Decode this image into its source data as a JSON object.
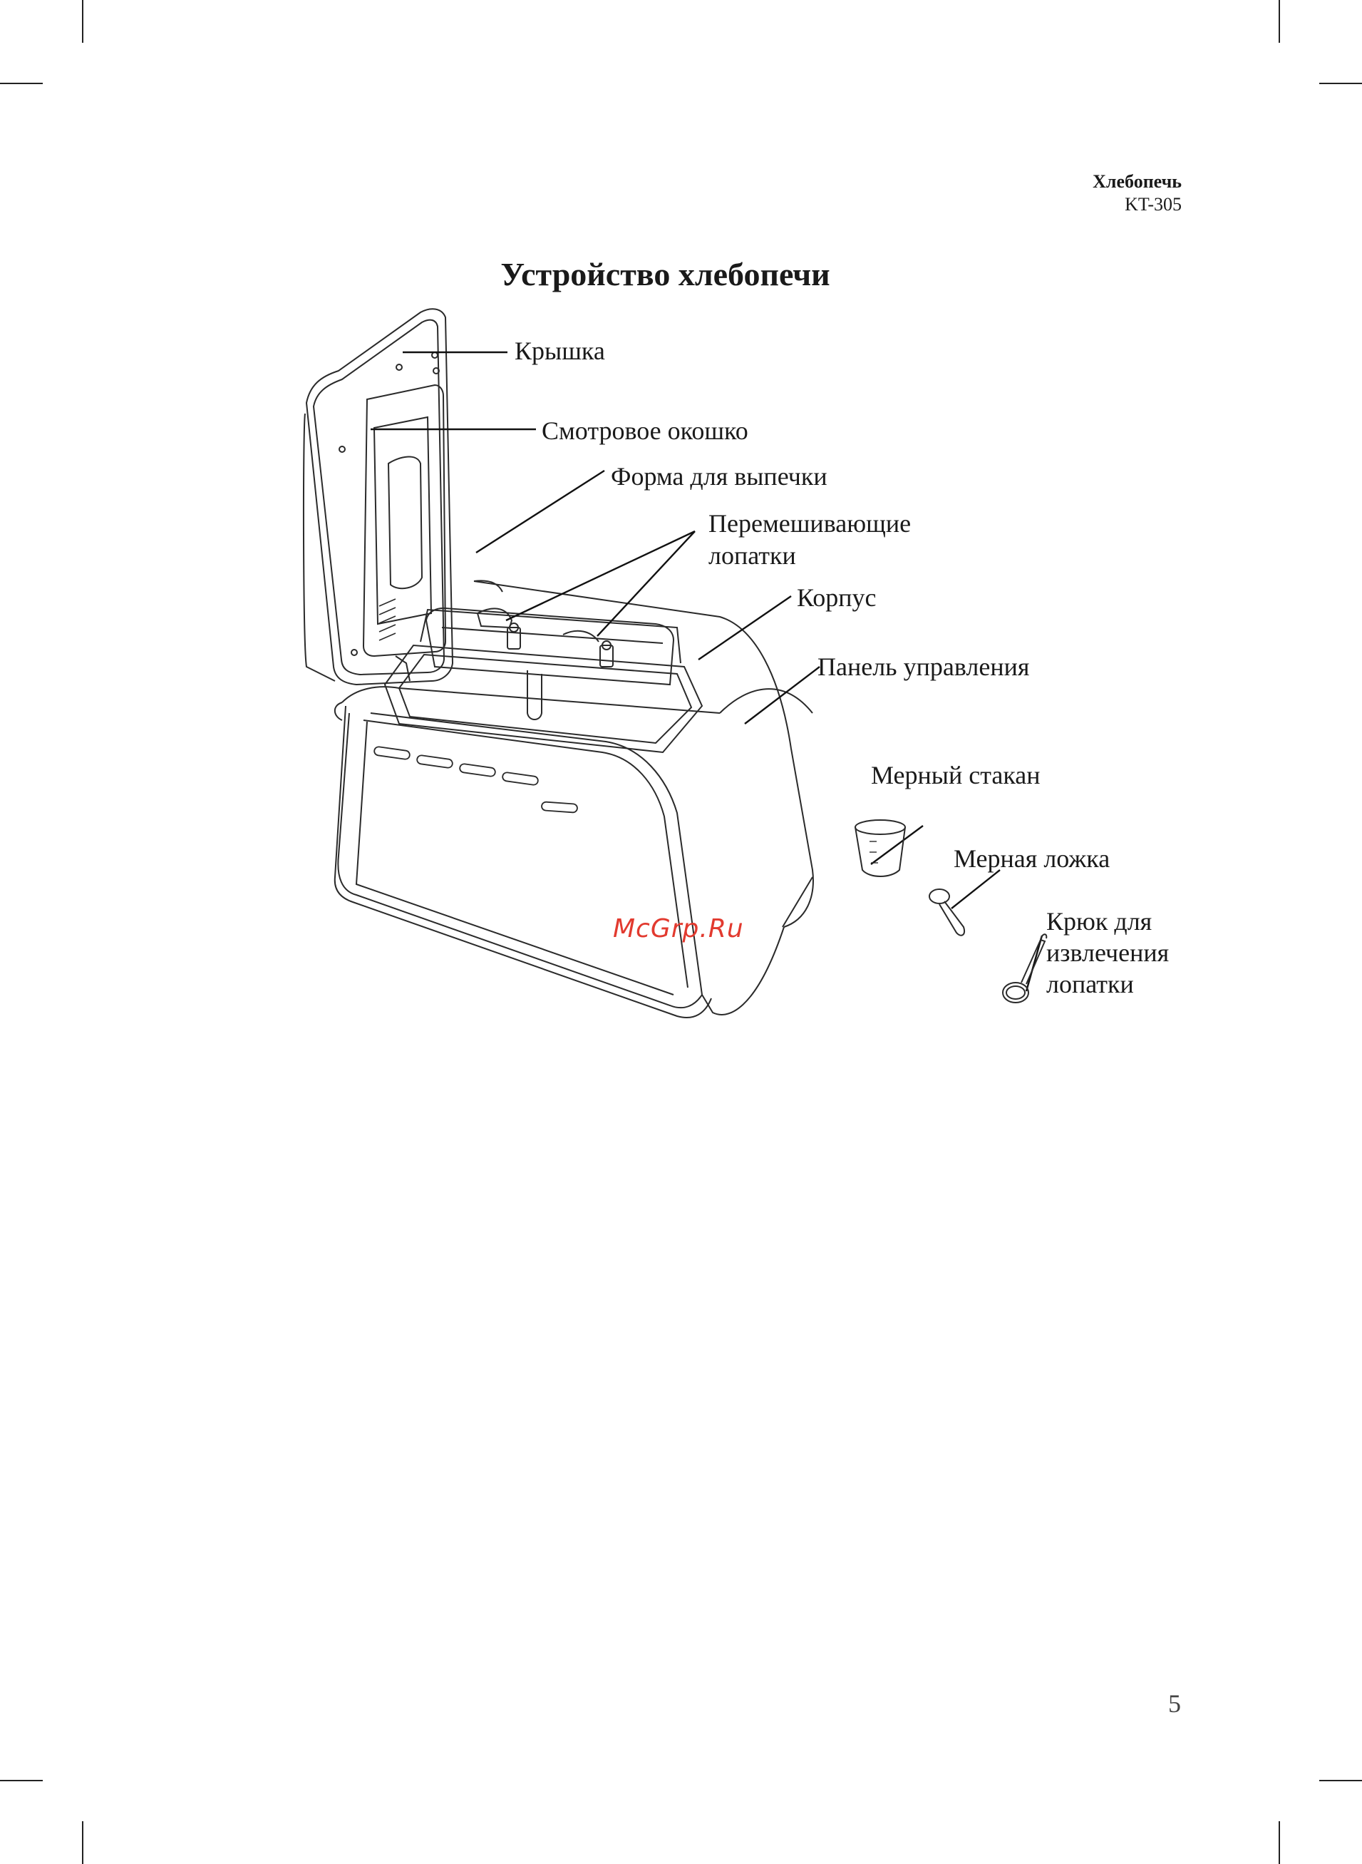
{
  "header": {
    "brand": "Хлебопечь",
    "model": "KT-305"
  },
  "title": "Устройство хлебопечи",
  "labels": {
    "lid": "Крышка",
    "window": "Смотровое окошко",
    "pan": "Форма для выпечки",
    "paddles_line1": "Перемешивающие",
    "paddles_line2": "лопатки",
    "housing": "Корпус",
    "control_panel": "Панель управления",
    "cup": "Мерный стакан",
    "spoon": "Мерная ложка",
    "hook_line1": "Крюк для",
    "hook_line2": "извлечения",
    "hook_line3": "лопатки"
  },
  "watermark": "McGrp.Ru",
  "page_number": "5"
}
